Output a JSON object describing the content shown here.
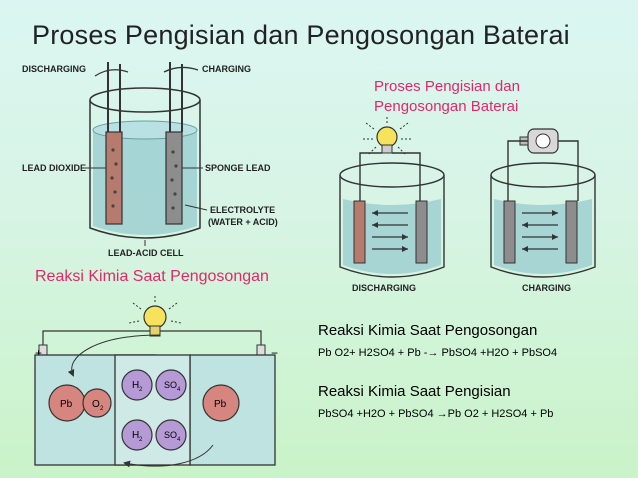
{
  "title": "Proses Pengisian dan Pengosongan Baterai",
  "subtitle_line1": "Proses Pengisian dan",
  "subtitle_line2": "Pengosongan Baterai",
  "left_diagram": {
    "label_discharging": "DISCHARGING",
    "label_charging": "CHARGING",
    "label_lead_dioxide": "LEAD DIOXIDE",
    "label_sponge_lead": "SPONGE LEAD",
    "label_electrolyte_1": "ELECTROLYTE",
    "label_electrolyte_2": "(WATER + ACID)",
    "label_cell": "LEAD-ACID CELL"
  },
  "right_diagram": {
    "label_discharging": "DISCHARGING",
    "label_charging": "CHARGING"
  },
  "discharge_heading": "Reaksi Kimia Saat Pengosongan",
  "cell_diagram": {
    "plus": "+",
    "minus": "−",
    "pb_left": "Pb",
    "o2": "O",
    "o2_sub": "2",
    "h2_top": "H",
    "h2_top_sub": "2",
    "so4_top": "SO",
    "so4_top_sub": "4",
    "h2_bottom": "H",
    "h2_bottom_sub": "2",
    "so4_bottom": "SO",
    "so4_bottom_sub": "4",
    "pb_right": "Pb"
  },
  "reactions": {
    "discharge_title": "Reaksi Kimia Saat Pengosongan",
    "discharge_eq_left": "Pb O2+ H2SO4 + Pb  -",
    "discharge_eq_right": " PbSO4 +H2O + PbSO4",
    "charge_title": "Reaksi Kimia Saat Pengisian",
    "charge_eq_left": "PbSO4 +H2O + PbSO4 ",
    "charge_eq_right": "Pb O2 + H2SO4 + Pb"
  },
  "colors": {
    "accent_pink": "#e0286a",
    "plate_positive": "#b67a6e",
    "plate_negative": "#8d8d8d",
    "cell_red": "#d7857f",
    "cell_purple": "#b69ad6",
    "cell_box": "#bfe3e0"
  }
}
